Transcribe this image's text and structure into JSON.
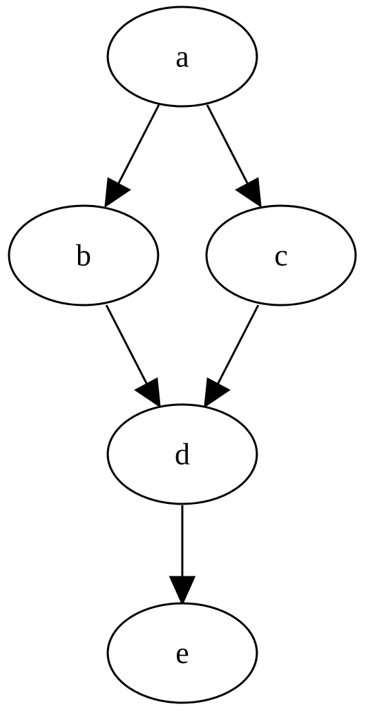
{
  "diagram": {
    "type": "directed-graph",
    "nodes": [
      {
        "id": "a",
        "label": "a"
      },
      {
        "id": "b",
        "label": "b"
      },
      {
        "id": "c",
        "label": "c"
      },
      {
        "id": "d",
        "label": "d"
      },
      {
        "id": "e",
        "label": "e"
      }
    ],
    "edges": [
      {
        "from": "a",
        "to": "b"
      },
      {
        "from": "a",
        "to": "c"
      },
      {
        "from": "b",
        "to": "d"
      },
      {
        "from": "c",
        "to": "d"
      },
      {
        "from": "d",
        "to": "e"
      }
    ],
    "colors": {
      "stroke": "#000000",
      "fill": "#ffffff",
      "text": "#000000"
    }
  }
}
